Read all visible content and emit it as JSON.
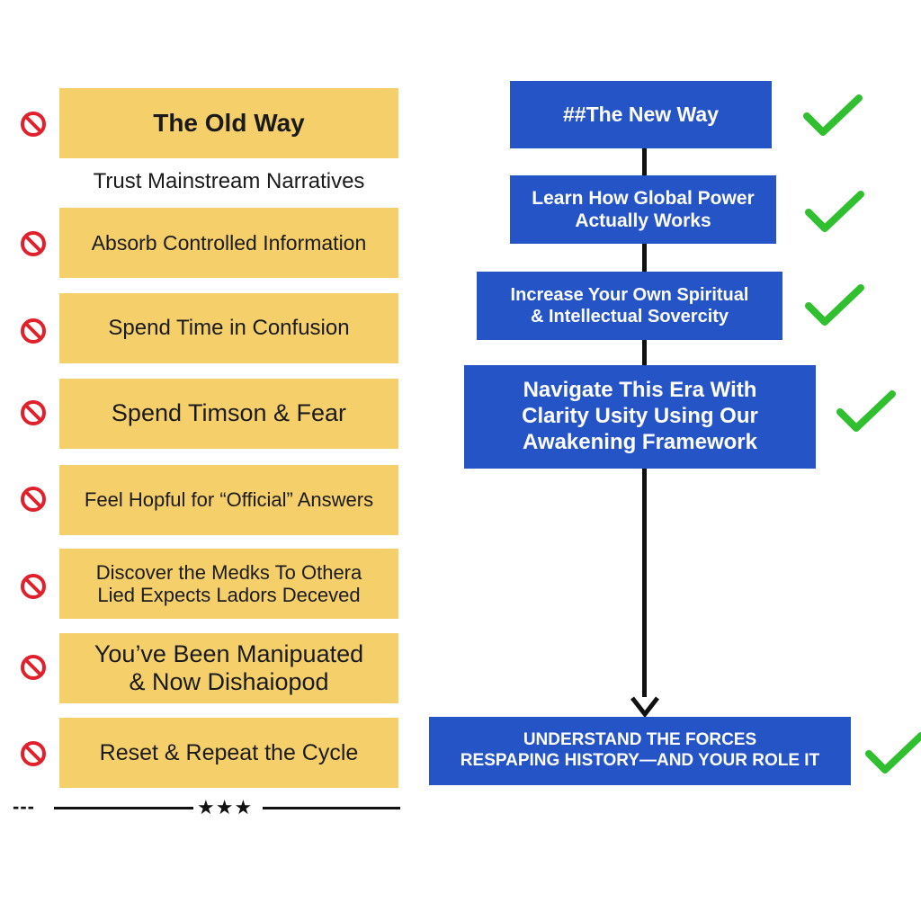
{
  "old_way": {
    "title": "The Old Way",
    "subtitle": "Trust Mainstream Narratives",
    "items": [
      "Absorb Controlled Information",
      "Spend Time in Confusion",
      "Spend Timson & Fear",
      "Feel Hopful for “Official” Answers",
      "Discover the Medks To Othera\nLied  Expects Ladors Deceved",
      "You’ve Been Manipuated\n& Now Dishaiopod",
      "Reset & Repeat the Cycle"
    ]
  },
  "new_way": {
    "title": "##The New Way",
    "steps": [
      "Learn How Global Power\nActually Works",
      "Increase Your Own Spiritual\n& Intellectual Sovercity",
      "Navigate This Era With\nClarity Usity Using Our\nAwakening Framework",
      "UNDERSTAND THE FORCES\nRESPAPING HISTORY—AND YOUR ROLE IT"
    ]
  },
  "footer": {
    "dashes": "---",
    "stars": "★★★"
  },
  "colors": {
    "old_box": "#f5d06a",
    "new_box": "#2554c7",
    "no_sign": "#e0202a",
    "check": "#2fbf2f"
  },
  "icons": {
    "old_marker": "prohibited-icon",
    "new_marker": "checkmark-icon"
  }
}
